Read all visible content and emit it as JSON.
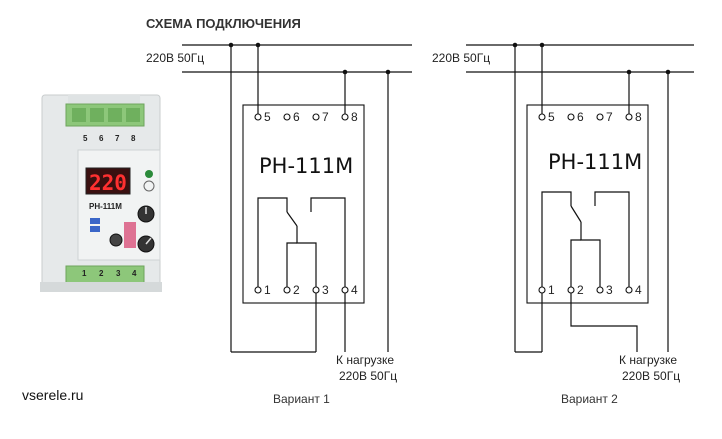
{
  "title": "СХЕМА ПОДКЛЮЧЕНИЯ",
  "supply": "220В 50Гц",
  "model": "РН-111М",
  "load_label": "К нагрузке",
  "load_supply": "220В 50Гц",
  "variant1": "Вариант 1",
  "variant2": "Вариант 2",
  "site": "vserele.ru",
  "terminals_top": [
    "5",
    "6",
    "7",
    "8"
  ],
  "terminals_bottom": [
    "1",
    "2",
    "3",
    "4"
  ],
  "device": {
    "display": "220",
    "model": "РН-111М",
    "top_numbers": [
      "5",
      "6",
      "7",
      "8"
    ],
    "bottom_numbers": [
      "1",
      "2",
      "3",
      "4"
    ]
  }
}
